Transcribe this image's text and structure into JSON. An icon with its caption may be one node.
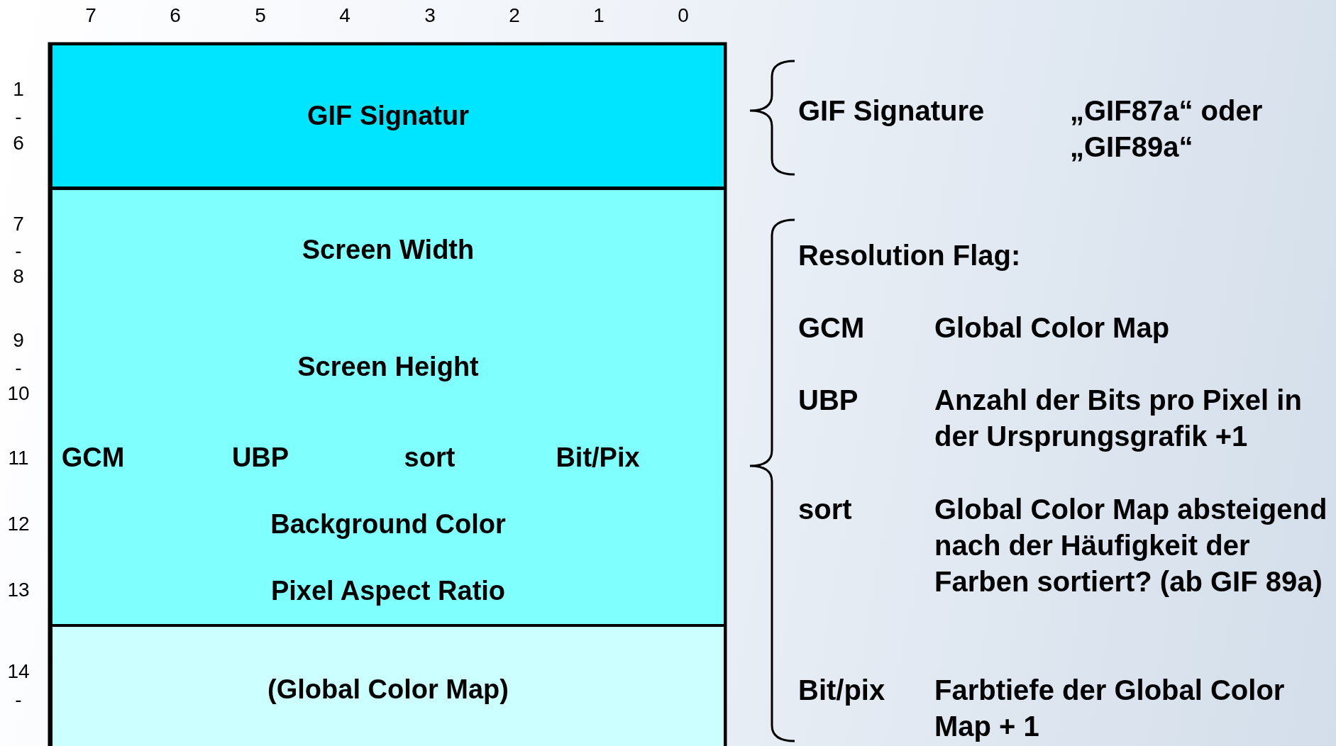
{
  "diagram": {
    "nodes": [
      {
        "text": [
          "GIF Signatur"
        ]
      },
      {
        "text": [
          "Screen Width"
        ]
      },
      {
        "text": [
          "Screen Height"
        ]
      },
      {
        "text": [
          "GCM"
        ]
      },
      {
        "text": [
          "UBP"
        ]
      },
      {
        "text": [
          "sort"
        ]
      },
      {
        "text": [
          "Bit/Pix"
        ]
      },
      {
        "text": [
          "Background Color"
        ]
      },
      {
        "text": [
          "Pixel Aspect Ratio"
        ]
      },
      {
        "text": [
          "(Global Color Map)"
        ]
      }
    ],
    "labels": [
      "7",
      "6",
      "5",
      "4",
      "3",
      "2",
      "1",
      "0",
      "1",
      "-",
      "6",
      "7",
      "-",
      "8",
      "9",
      "-",
      "10",
      "11",
      "12",
      "13",
      "14",
      "-",
      "GIF Signature",
      "„GIF87a“ oder „GIF89a“",
      "Resolution Flag:",
      "GCM",
      "Global Color Map",
      "UBP",
      "Anzahl der Bits pro Pixel in der Ursprungsgrafik +1",
      "sort",
      "Global Color Map absteigend nach der Häufigkeit der Farben sortiert? (ab GIF 89a)",
      "Bit/pix",
      "Farbtiefe der Global Color Map + 1"
    ]
  }
}
